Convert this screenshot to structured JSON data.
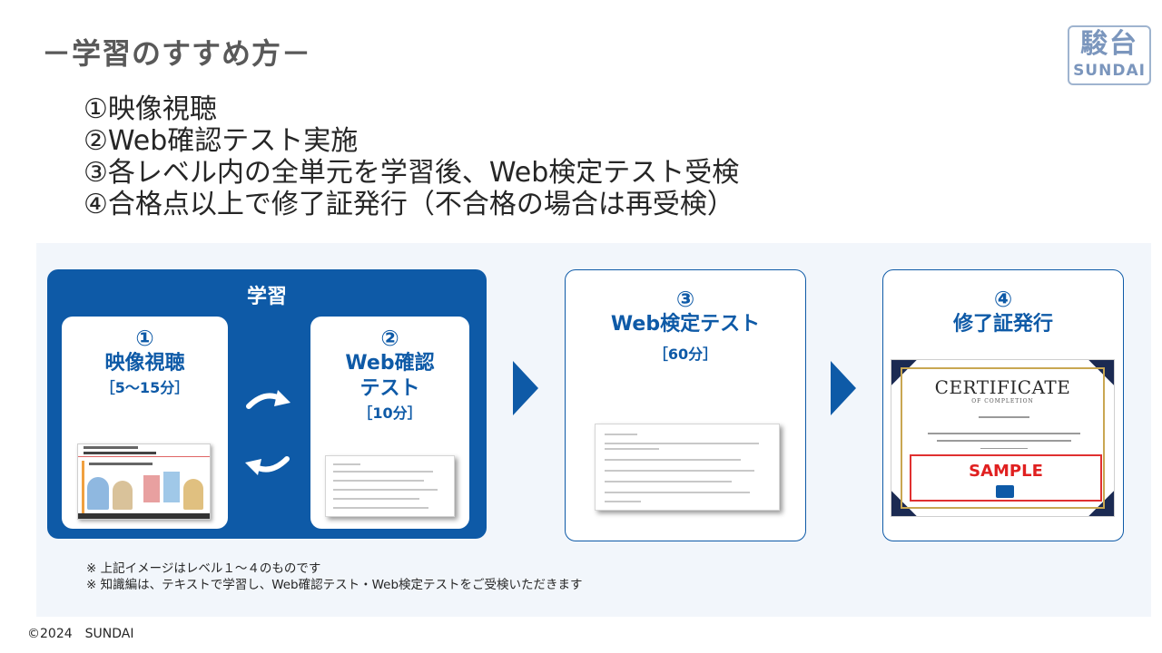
{
  "page": {
    "title": "－学習のすすめ方－",
    "logo_kanji": "駿台",
    "logo_roman": "SUNDAI",
    "copyright": "©2024　SUNDAI"
  },
  "steps": [
    "①映像視聴",
    "②Web確認テスト実施",
    "③各レベル内の全単元を学習後、Web検定テスト受検",
    "④合格点以上で修了証発行（不合格の場合は再受検）"
  ],
  "flow": {
    "study_label": "学習",
    "video": {
      "num": "①",
      "title": "映像視聴",
      "duration": "［5～15分］"
    },
    "web_check": {
      "num": "②",
      "title_line1": "Web確認",
      "title_line2": "テスト",
      "duration": "［10分］"
    },
    "web_exam": {
      "num": "③",
      "title": "Web検定テスト",
      "duration": "［60分］"
    },
    "certificate": {
      "num": "④",
      "title": "修了証発行"
    }
  },
  "certificate_image": {
    "heading": "CERTIFICATE",
    "subheading": "OF COMPLETION",
    "sample": "SAMPLE"
  },
  "notes": [
    "※ 上記イメージはレベル１～４のものです",
    "※ 知識編は、テキストで学習し、Web確認テスト・Web検定テストをご受検いただきます"
  ],
  "colors": {
    "accent_blue": "#0e5aa7",
    "panel_bg": "#f2f6fb",
    "sample_red": "#e02020",
    "gold": "#c9a752",
    "navy": "#1b2a52"
  }
}
